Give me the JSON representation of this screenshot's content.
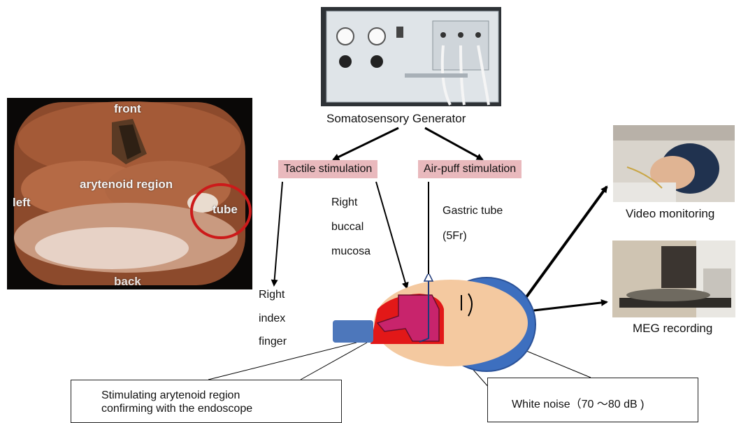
{
  "generator": {
    "caption": "Somatosensory Generator"
  },
  "stimulation": {
    "tactile": "Tactile stimulation",
    "airpuff": "Air-puff stimulation"
  },
  "endoscope": {
    "front": "front",
    "left": "left",
    "arytenoid": "arytenoid region",
    "tube": "tube",
    "back": "back"
  },
  "labels": {
    "buccal": [
      "Right",
      "buccal",
      "mucosa"
    ],
    "gastric": [
      "Gastric tube",
      "(5Fr)"
    ],
    "finger": [
      "Right",
      "index",
      "finger"
    ]
  },
  "photos": {
    "video": "Video monitoring",
    "meg": "MEG recording"
  },
  "callouts": {
    "arytenoid": [
      "Stimulating arytenoid region",
      "confirming with the endoscope"
    ],
    "noise": "White noise（70 ～80  dB )"
  }
}
